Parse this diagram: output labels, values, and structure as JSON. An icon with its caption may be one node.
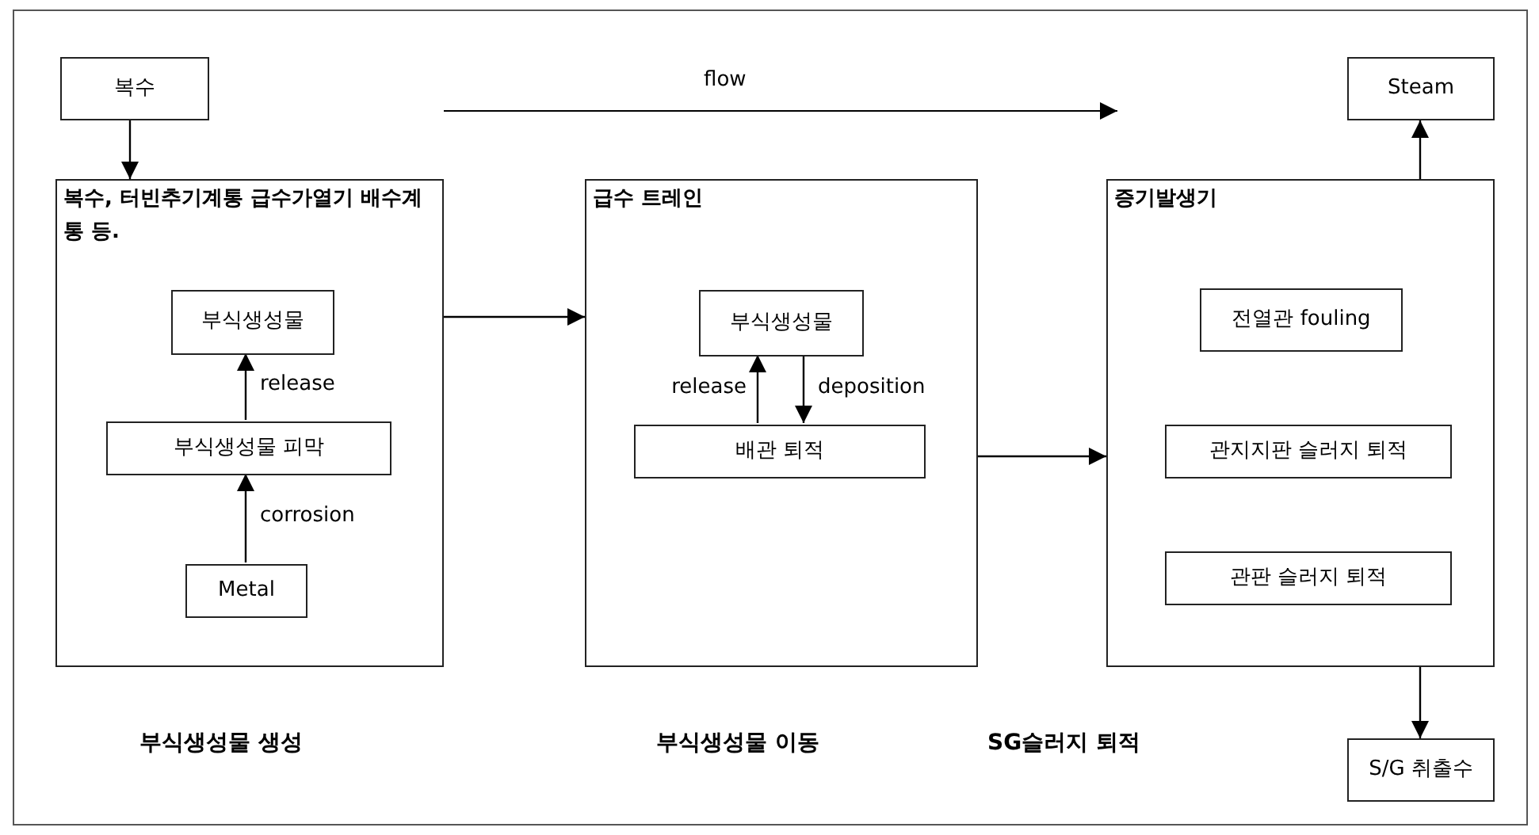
{
  "diagram": {
    "nodes": [
      {
        "text": [
          "복수"
        ]
      },
      {
        "text": [
          "복수, 터빈추기계통 급수가열기 배수계통 등."
        ]
      },
      {
        "text": [
          "부식생성물"
        ],
        "in": 1
      },
      {
        "text": [
          "부식생성물 피막"
        ],
        "in": 1
      },
      {
        "text": [
          "Metal"
        ],
        "in": 1
      },
      {
        "text": [
          "급수 트레인"
        ]
      },
      {
        "text": [
          "부식생성물"
        ],
        "in": 5
      },
      {
        "text": [
          "배관 퇴적"
        ],
        "in": 5
      },
      {
        "text": [
          "Steam"
        ]
      },
      {
        "text": [
          "증기발생기"
        ]
      },
      {
        "text": [
          "전열관 fouling"
        ],
        "in": 9
      },
      {
        "text": [
          "관지지판 슬러지 퇴적"
        ],
        "in": 9
      },
      {
        "text": [
          "관판 슬러지 퇴적"
        ],
        "in": 9
      },
      {
        "text": [
          "S/G 취출수"
        ]
      }
    ],
    "edges": [
      {
        "from": 0,
        "to": 1,
        "arrow": "to"
      },
      {
        "from": 3,
        "to": 2,
        "arrow": "to",
        "label": "release"
      },
      {
        "from": 4,
        "to": 3,
        "arrow": "to",
        "label": "corrosion"
      },
      {
        "from": 1,
        "to": 5,
        "arrow": "to"
      },
      {
        "from": 7,
        "to": 6,
        "arrow": "to",
        "label": "release"
      },
      {
        "from": 6,
        "to": 7,
        "arrow": "to",
        "label": "deposition"
      },
      {
        "from": 5,
        "to": 9,
        "arrow": "to"
      },
      {
        "from": 9,
        "to": 8,
        "arrow": "to"
      },
      {
        "from": 9,
        "to": 13,
        "arrow": "to"
      }
    ],
    "labels": [
      "flow",
      "부식생성물 생성",
      "부식생성물 이동",
      "SG슬러지 퇴적"
    ]
  }
}
